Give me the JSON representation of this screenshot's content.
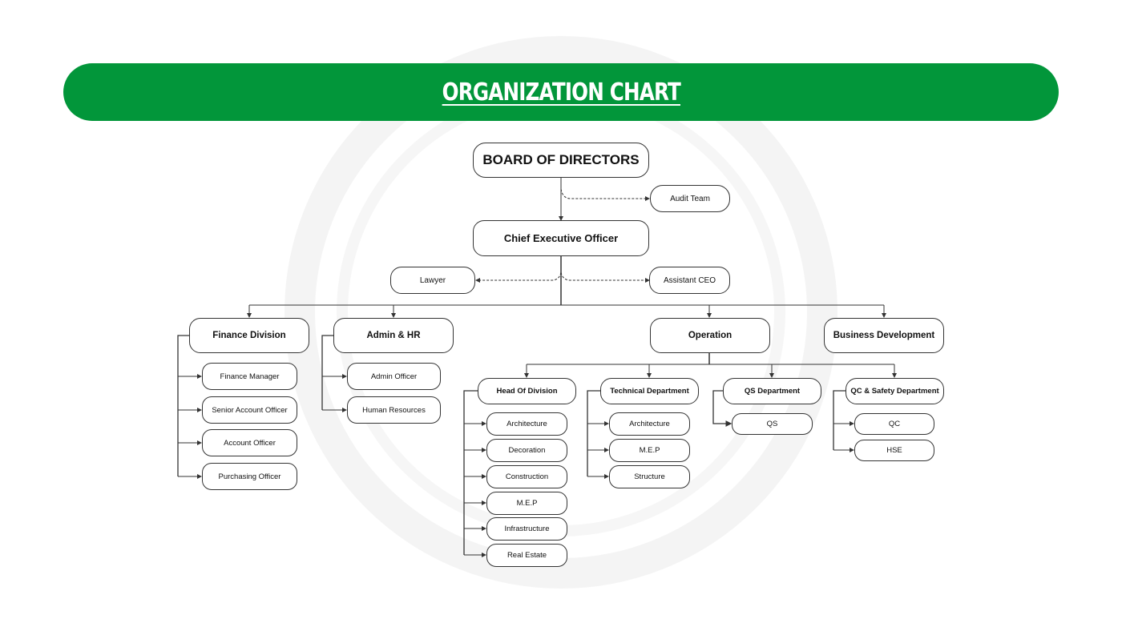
{
  "title": "ORGANIZATION CHART",
  "colors": {
    "banner": "#02963a",
    "line": "#333333"
  },
  "nodes": {
    "board": "BOARD OF DIRECTORS",
    "audit": "Audit Team",
    "ceo": "Chief Executive Officer",
    "lawyer": "Lawyer",
    "assistant_ceo": "Assistant CEO",
    "finance": "Finance Division",
    "admin_hr": "Admin & HR",
    "operation": "Operation",
    "bizdev": "Business Development",
    "finance_children": [
      "Finance Manager",
      "Senior Account Officer",
      "Account Officer",
      "Purchasing Officer"
    ],
    "admin_children": [
      "Admin Officer",
      "Human Resources"
    ],
    "head_division": "Head Of Division",
    "technical": "Technical Department",
    "qs_dept": "QS Department",
    "qc_safety": "QC & Safety Department",
    "head_children": [
      "Architecture",
      "Decoration",
      "Construction",
      "M.E.P",
      "Infrastructure",
      "Real Estate"
    ],
    "technical_children": [
      "Architecture",
      "M.E.P",
      "Structure"
    ],
    "qs_children": [
      "QS"
    ],
    "qc_children": [
      "QC",
      "HSE"
    ]
  }
}
